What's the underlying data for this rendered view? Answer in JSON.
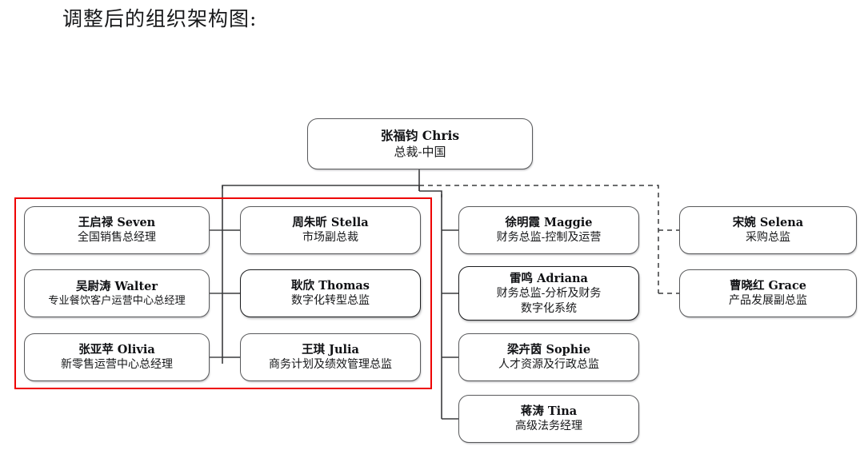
{
  "title": "调整后的组织架构图:",
  "colors": {
    "highlight_border": "#ee0000",
    "box_border": "#58595b",
    "box_border_strong": "#1b1c1e",
    "connector": "#3a3b3d",
    "text": "#17181a",
    "background": "#ffffff"
  },
  "root": {
    "name": "张福钧 Chris",
    "title": "总裁-中国"
  },
  "columns": [
    {
      "id": "column-1",
      "nodes": [
        {
          "name": "王启禄 Seven",
          "title": "全国销售总经理"
        },
        {
          "name": "吴尉涛 Walter",
          "title": "专业餐饮客户运营中心总经理"
        },
        {
          "name": "张亚苹 Olivia",
          "title": "新零售运营中心总经理"
        }
      ]
    },
    {
      "id": "column-2",
      "nodes": [
        {
          "name": "周朱昕 Stella",
          "title": "市场副总裁"
        },
        {
          "name": "耿欣 Thomas",
          "title": "数字化转型总监"
        },
        {
          "name": "王琪 Julia",
          "title": "商务计划及绩效管理总监"
        }
      ]
    },
    {
      "id": "column-3",
      "nodes": [
        {
          "name": "徐明霞 Maggie",
          "title": "财务总监-控制及运营"
        },
        {
          "name": "雷鸣 Adriana",
          "title": "财务总监-分析及财务",
          "title2": "数字化系统"
        },
        {
          "name": "梁卉茵 Sophie",
          "title": "人才资源及行政总监"
        },
        {
          "name": "蒋涛 Tina",
          "title": "高级法务经理"
        }
      ]
    },
    {
      "id": "column-4",
      "nodes": [
        {
          "name": "宋婉 Selena",
          "title": "采购总监"
        },
        {
          "name": "曹晓红 Grace",
          "title": "产品发展副总监"
        }
      ]
    }
  ]
}
